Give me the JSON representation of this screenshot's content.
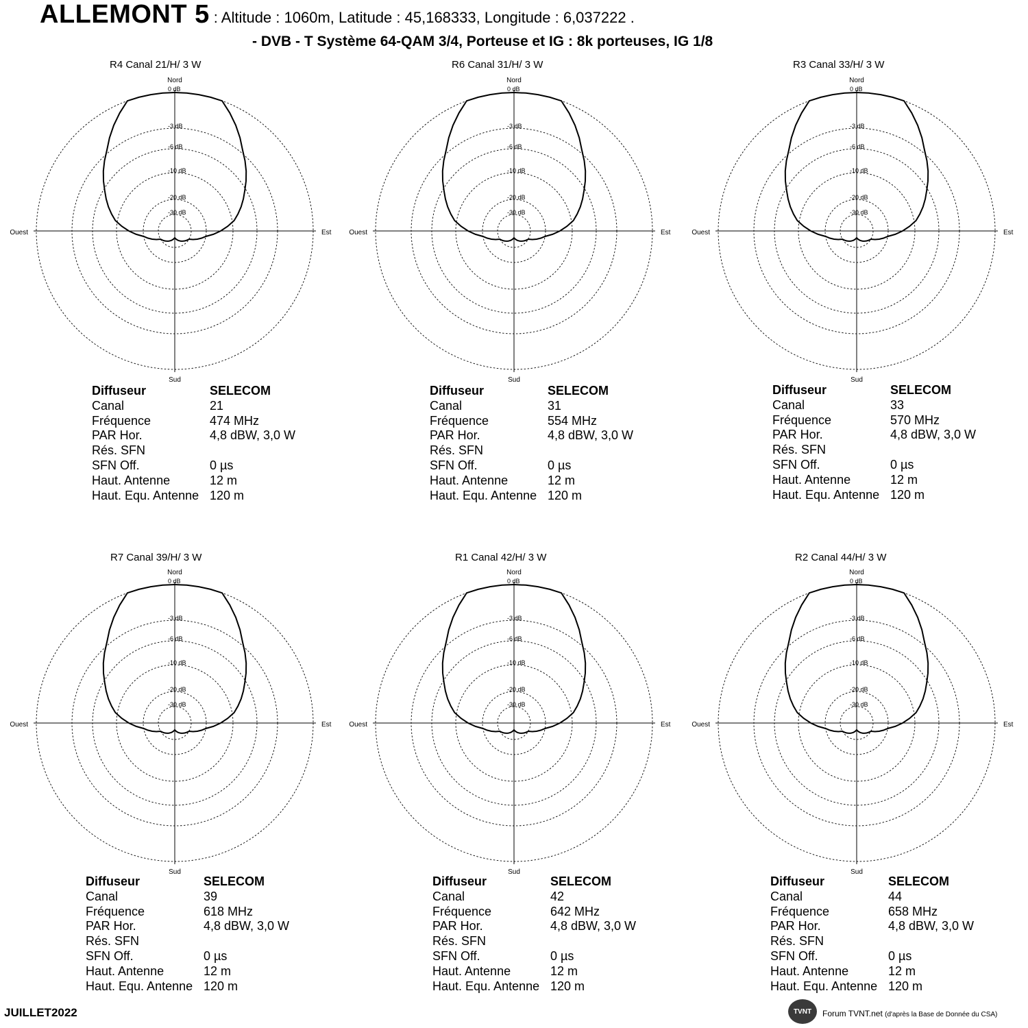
{
  "header": {
    "site": "ALLEMONT 5",
    "meta": ": Altitude : 1060m,  Latitude : 45,168333,  Longitude : 6,037222 .",
    "subtitle": "- DVB - T    Système 64-QAM 3/4,  Porteuse et IG : 8k porteuses, IG 1/8"
  },
  "footer": {
    "date": "JUILLET2022",
    "logo": "TVNT",
    "credit": "Forum TVNT.net",
    "credit_note": "(d'après la Base de Donnée du CSA)"
  },
  "labels": {
    "diffuseur": "Diffuseur",
    "canal": "Canal",
    "frequence": "Fréquence",
    "par": "PAR Hor.",
    "res": "Rés. SFN",
    "sfn": "SFN Off.",
    "haut": "Haut. Antenne",
    "hauteq": "Haut. Equ. Antenne"
  },
  "chart_data": [
    {
      "type": "polar",
      "title": "R4   Canal  21/H/  3   W",
      "directions": {
        "n": "Nord",
        "s": "Sud",
        "e": "Est",
        "w": "Ouest"
      },
      "ring_labels": [
        "0 dB",
        "-3 dB",
        "-6 dB",
        "-10 dB",
        "-20 dB",
        "-30 dB"
      ],
      "ring_values_db": [
        0,
        -3,
        -6,
        -10,
        -20,
        -30
      ],
      "pattern": [
        {
          "az": 340,
          "db": 0
        },
        {
          "az": 20,
          "db": 0
        },
        {
          "az": 40,
          "db": -3
        },
        {
          "az": 60,
          "db": -6
        },
        {
          "az": 80,
          "db": -10
        },
        {
          "az": 100,
          "db": -20
        },
        {
          "az": 120,
          "db": -30
        },
        {
          "az": 180,
          "db": -35
        },
        {
          "az": 240,
          "db": -30
        },
        {
          "az": 260,
          "db": -20
        },
        {
          "az": 280,
          "db": -10
        },
        {
          "az": 300,
          "db": -6
        },
        {
          "az": 320,
          "db": -3
        }
      ],
      "info": {
        "diffuseur": "SELECOM",
        "canal": "21",
        "frequence": "474 MHz",
        "par": "4,8 dBW, 3,0 W",
        "res": "",
        "sfn": "0 µs",
        "haut": "12 m",
        "hauteq": "120 m"
      }
    },
    {
      "type": "polar",
      "title": "R6   Canal  31/H/  3   W",
      "directions": {
        "n": "Nord",
        "s": "Sud",
        "e": "Est",
        "w": "Ouest"
      },
      "ring_labels": [
        "0 dB",
        "-3 dB",
        "-6 dB",
        "-10 dB",
        "-20 dB",
        "-30 dB"
      ],
      "ring_values_db": [
        0,
        -3,
        -6,
        -10,
        -20,
        -30
      ],
      "pattern": [
        {
          "az": 340,
          "db": 0
        },
        {
          "az": 20,
          "db": 0
        },
        {
          "az": 40,
          "db": -3
        },
        {
          "az": 60,
          "db": -6
        },
        {
          "az": 80,
          "db": -10
        },
        {
          "az": 100,
          "db": -20
        },
        {
          "az": 120,
          "db": -30
        },
        {
          "az": 180,
          "db": -35
        },
        {
          "az": 240,
          "db": -30
        },
        {
          "az": 260,
          "db": -20
        },
        {
          "az": 280,
          "db": -10
        },
        {
          "az": 300,
          "db": -6
        },
        {
          "az": 320,
          "db": -3
        }
      ],
      "info": {
        "diffuseur": "SELECOM",
        "canal": "31",
        "frequence": "554 MHz",
        "par": "4,8 dBW, 3,0 W",
        "res": "",
        "sfn": "0 µs",
        "haut": "12 m",
        "hauteq": "120 m"
      }
    },
    {
      "type": "polar",
      "title": "R3   Canal  33/H/  3   W",
      "directions": {
        "n": "Nord",
        "s": "Sud",
        "e": "Est",
        "w": "Ouest"
      },
      "ring_labels": [
        "0 dB",
        "-3 dB",
        "-6 dB",
        "-10 dB",
        "-20 dB",
        "-30 dB"
      ],
      "ring_values_db": [
        0,
        -3,
        -6,
        -10,
        -20,
        -30
      ],
      "pattern": [
        {
          "az": 340,
          "db": 0
        },
        {
          "az": 20,
          "db": 0
        },
        {
          "az": 40,
          "db": -3
        },
        {
          "az": 60,
          "db": -6
        },
        {
          "az": 80,
          "db": -10
        },
        {
          "az": 100,
          "db": -20
        },
        {
          "az": 120,
          "db": -30
        },
        {
          "az": 180,
          "db": -35
        },
        {
          "az": 240,
          "db": -30
        },
        {
          "az": 260,
          "db": -20
        },
        {
          "az": 280,
          "db": -10
        },
        {
          "az": 300,
          "db": -6
        },
        {
          "az": 320,
          "db": -3
        }
      ],
      "info": {
        "diffuseur": "SELECOM",
        "canal": "33",
        "frequence": "570 MHz",
        "par": "4,8 dBW, 3,0 W",
        "res": "",
        "sfn": "0 µs",
        "haut": "12 m",
        "hauteq": "120 m"
      }
    },
    {
      "type": "polar",
      "title": "R7   Canal  39/H/  3   W",
      "directions": {
        "n": "Nord",
        "s": "Sud",
        "e": "Est",
        "w": "Ouest"
      },
      "ring_labels": [
        "0 dB",
        "-3 dB",
        "-6 dB",
        "-10 dB",
        "-20 dB",
        "-30 dB"
      ],
      "ring_values_db": [
        0,
        -3,
        -6,
        -10,
        -20,
        -30
      ],
      "pattern": [
        {
          "az": 340,
          "db": 0
        },
        {
          "az": 20,
          "db": 0
        },
        {
          "az": 40,
          "db": -3
        },
        {
          "az": 60,
          "db": -6
        },
        {
          "az": 80,
          "db": -10
        },
        {
          "az": 100,
          "db": -20
        },
        {
          "az": 120,
          "db": -30
        },
        {
          "az": 180,
          "db": -35
        },
        {
          "az": 240,
          "db": -30
        },
        {
          "az": 260,
          "db": -20
        },
        {
          "az": 280,
          "db": -10
        },
        {
          "az": 300,
          "db": -6
        },
        {
          "az": 320,
          "db": -3
        }
      ],
      "info": {
        "diffuseur": "SELECOM",
        "canal": "39",
        "frequence": "618 MHz",
        "par": "4,8 dBW, 3,0 W",
        "res": "",
        "sfn": "0 µs",
        "haut": "12 m",
        "hauteq": "120 m"
      }
    },
    {
      "type": "polar",
      "title": "R1   Canal  42/H/  3   W",
      "directions": {
        "n": "Nord",
        "s": "Sud",
        "e": "Est",
        "w": "Ouest"
      },
      "ring_labels": [
        "0 dB",
        "-3 dB",
        "-6 dB",
        "-10 dB",
        "-20 dB",
        "-30 dB"
      ],
      "ring_values_db": [
        0,
        -3,
        -6,
        -10,
        -20,
        -30
      ],
      "pattern": [
        {
          "az": 340,
          "db": 0
        },
        {
          "az": 20,
          "db": 0
        },
        {
          "az": 40,
          "db": -3
        },
        {
          "az": 60,
          "db": -6
        },
        {
          "az": 80,
          "db": -10
        },
        {
          "az": 100,
          "db": -20
        },
        {
          "az": 120,
          "db": -30
        },
        {
          "az": 180,
          "db": -35
        },
        {
          "az": 240,
          "db": -30
        },
        {
          "az": 260,
          "db": -20
        },
        {
          "az": 280,
          "db": -10
        },
        {
          "az": 300,
          "db": -6
        },
        {
          "az": 320,
          "db": -3
        }
      ],
      "info": {
        "diffuseur": "SELECOM",
        "canal": "42",
        "frequence": "642 MHz",
        "par": "4,8 dBW, 3,0 W",
        "res": "",
        "sfn": "0 µs",
        "haut": "12 m",
        "hauteq": "120 m"
      }
    },
    {
      "type": "polar",
      "title": "R2   Canal  44/H/  3   W",
      "directions": {
        "n": "Nord",
        "s": "Sud",
        "e": "Est",
        "w": "Ouest"
      },
      "ring_labels": [
        "0 dB",
        "-3 dB",
        "-6 dB",
        "-10 dB",
        "-20 dB",
        "-30 dB"
      ],
      "ring_values_db": [
        0,
        -3,
        -6,
        -10,
        -20,
        -30
      ],
      "pattern": [
        {
          "az": 340,
          "db": 0
        },
        {
          "az": 20,
          "db": 0
        },
        {
          "az": 40,
          "db": -3
        },
        {
          "az": 60,
          "db": -6
        },
        {
          "az": 80,
          "db": -10
        },
        {
          "az": 100,
          "db": -20
        },
        {
          "az": 120,
          "db": -30
        },
        {
          "az": 180,
          "db": -35
        },
        {
          "az": 240,
          "db": -30
        },
        {
          "az": 260,
          "db": -20
        },
        {
          "az": 280,
          "db": -10
        },
        {
          "az": 300,
          "db": -6
        },
        {
          "az": 320,
          "db": -3
        }
      ],
      "info": {
        "diffuseur": "SELECOM",
        "canal": "44",
        "frequence": "658 MHz",
        "par": "4,8 dBW, 3,0 W",
        "res": "",
        "sfn": "0 µs",
        "haut": "12 m",
        "hauteq": "120 m"
      }
    }
  ]
}
